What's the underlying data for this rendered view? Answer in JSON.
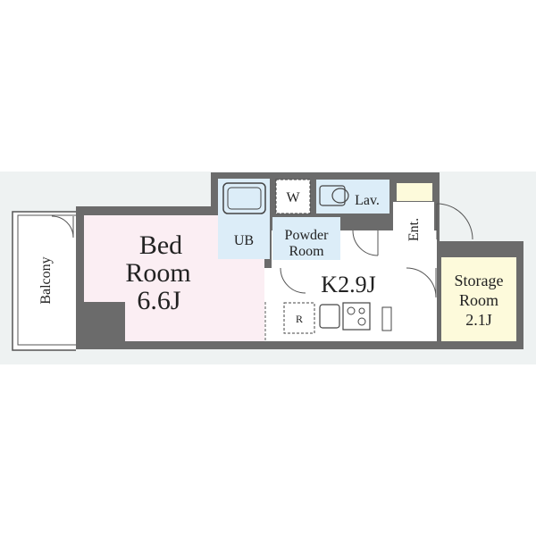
{
  "floor_plan": {
    "rooms": {
      "bedroom": {
        "line1": "Bed",
        "line2": "Room",
        "line3": "6.6J",
        "color": "#fbeef3"
      },
      "kitchen": {
        "label": "K2.9J"
      },
      "storage": {
        "line1": "Storage",
        "line2": "Room",
        "line3": "2.1J",
        "color": "#fdfadb"
      },
      "balcony": {
        "label": "Balcony"
      },
      "unit_bath": {
        "label": "UB",
        "color": "#dcedf8"
      },
      "powder_room": {
        "line1": "Powder",
        "line2": "Room"
      },
      "washer": {
        "label": "W"
      },
      "lavatory": {
        "label": "Lav."
      },
      "entrance": {
        "label": "Ent."
      },
      "refrigerator": {
        "label": "R"
      }
    },
    "colors": {
      "wall": "#6b6b6b",
      "background_band": "#eef2f2",
      "water_area": "#dcedf8"
    }
  }
}
